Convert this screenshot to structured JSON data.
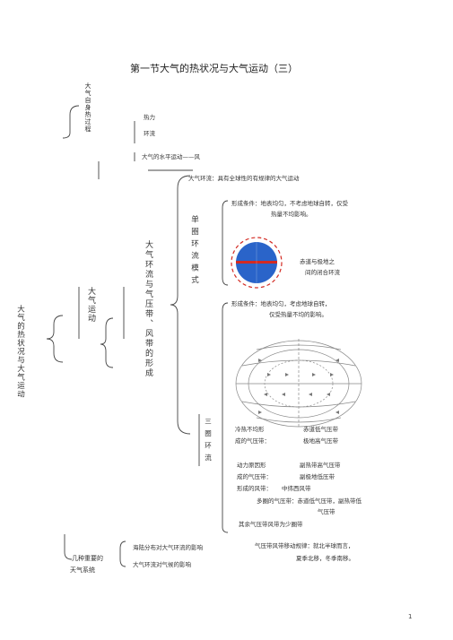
{
  "title": "第一节大气的热状况与大气运动（三）",
  "side_main": "大气的热状况与大气运动",
  "side_process": "大气自身热过程",
  "hot_force": "热力",
  "hot_circ": "环流",
  "horiz_wind": "大气的水平运动——风",
  "motion": "大气运动",
  "circulation_def": "大气环流：具有全球性的有规律的大气运动",
  "formation": "大气环流与气压带、风带的形成",
  "single": "单圈环流模式",
  "single_cond": "形成条件：地表均匀，不考虑地球自转，仅受热量不均影响。",
  "single_cond_l1": "形成条件：地表均匀，不考虑地球自转，仅受",
  "single_cond_l2": "热量不均影响。",
  "single_result_l1": "赤道与极地之",
  "single_result_l2": "间的闭合环流",
  "three_cond_l1": "形成条件：地表均匀，考虑地球自转，",
  "three_cond_l2": "仅受热量不均的影响。",
  "three": "三圈环流",
  "three_row1_a": "冷热不均形",
  "three_row1_b": "赤道低气压带",
  "three_row2_a": "成的气压带：",
  "three_row2_b": "极地高气压带",
  "three_row3_a": "动力原因形",
  "three_row3_b": "副热带高气压带",
  "three_row4_a": "成的气压带：",
  "three_row4_b": "副极地低压带",
  "three_row5_a": "形成的风带：",
  "three_row5_b": "中纬西风带",
  "three_row6": "多圈的气压带：赤道低气压带，副热带低",
  "three_row7": "气压带",
  "three_row8": "其余气压带风带为少圈带",
  "effects_l1": "海陆分布对大气环流的影响",
  "effects_l2": "大气环流对气候的影响",
  "move_l1": "气压带风带移动规律：就北半球而言，",
  "move_l2": "夏季北移，冬季南移。",
  "several": "几种重要的",
  "weather": "天气系统",
  "page_number": "1",
  "colors": {
    "globe_blue": "#2a64c9",
    "globe_red": "#d32a22",
    "line": "#444444"
  }
}
